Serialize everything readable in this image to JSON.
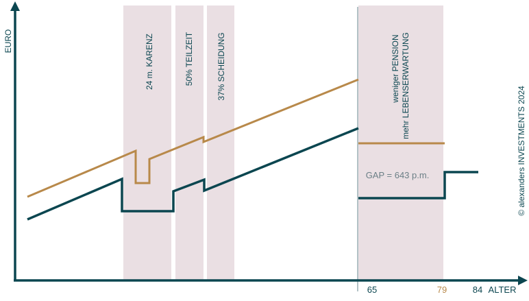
{
  "colors": {
    "teal": "#0b4650",
    "gold": "#b8894a",
    "band": "#eadfe3",
    "gap_text": "#6b7f86"
  },
  "axes": {
    "y_label": "EURO",
    "x_label": "ALTER"
  },
  "x_ticks": [
    {
      "label": "65",
      "highlight": false
    },
    {
      "label": "79",
      "highlight": true
    },
    {
      "label": "84",
      "highlight": false
    }
  ],
  "bands": [
    {
      "label": "24 m. KARENZ"
    },
    {
      "label": "50% TEILZEIT"
    },
    {
      "label": "37% SCHEIDUNG"
    },
    {
      "label_lines": [
        "weniger PENSION",
        "mehr LEBENSERWARTUNG"
      ]
    }
  ],
  "gap_label": "GAP = 643 p.m.",
  "copyright": "© alexanders INVESTMENTS 2024",
  "series": [
    {
      "name": "gold-income-line",
      "color": "gold"
    },
    {
      "name": "teal-income-line",
      "color": "teal"
    }
  ]
}
